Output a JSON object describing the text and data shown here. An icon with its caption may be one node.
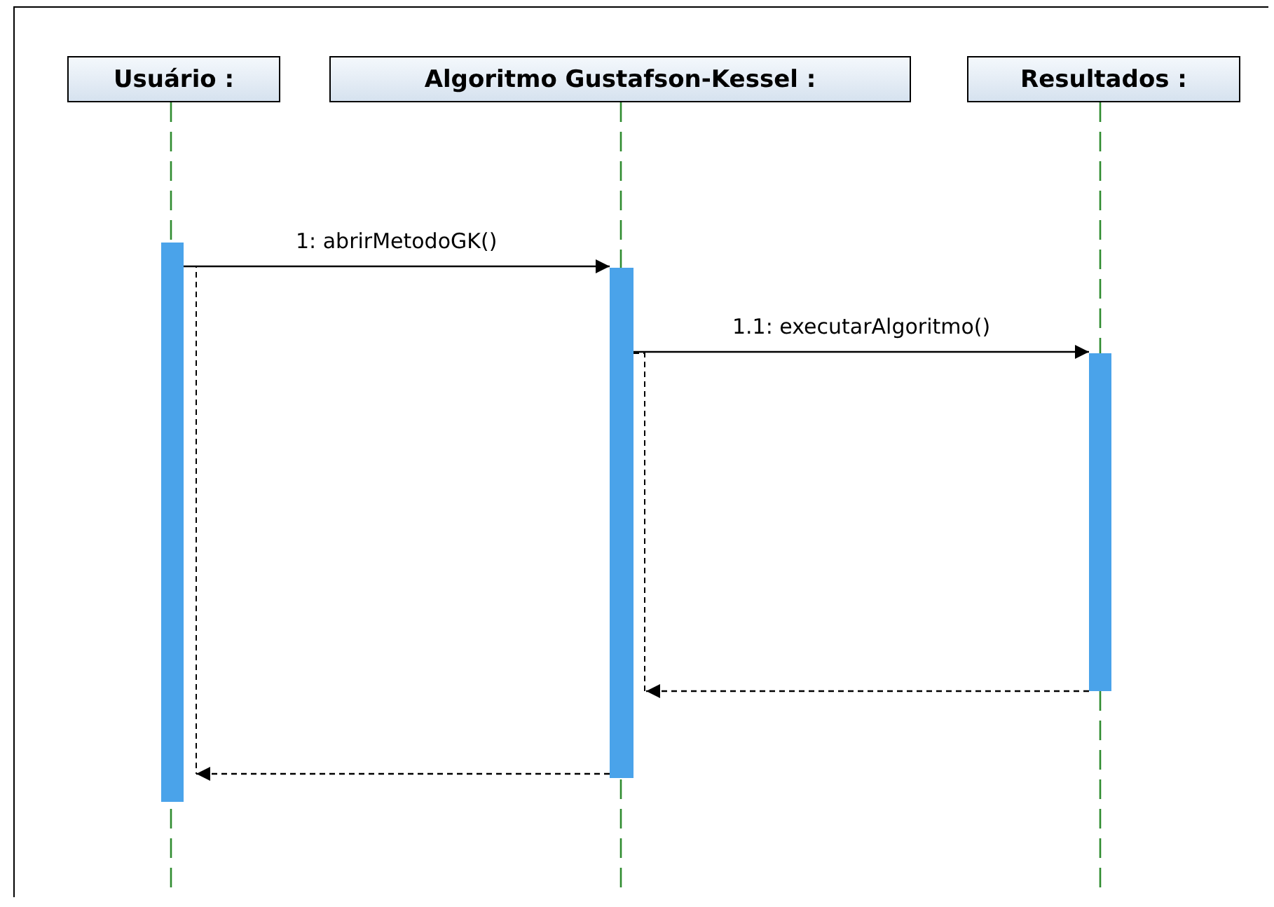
{
  "diagram": {
    "nodes": [
      {
        "text": [
          "Usuário :"
        ]
      },
      {
        "text": [
          "Algoritmo Gustafson-Kessel :"
        ]
      },
      {
        "text": [
          "Resultados :"
        ]
      },
      {
        "text": [],
        "shape": "bar"
      },
      {
        "text": [],
        "shape": "bar"
      },
      {
        "text": [],
        "shape": "bar"
      }
    ],
    "edges": [
      {
        "from": 3,
        "to": 4,
        "arrow": "to",
        "label": "1: abrirMetodoGK()"
      },
      {
        "from": 4,
        "to": 5,
        "arrow": "to",
        "label": "1.1: executarAlgoritmo()"
      },
      {
        "from": 5,
        "to": 4,
        "arrow": "to",
        "style": "dashed"
      },
      {
        "from": 4,
        "to": 3,
        "arrow": "to",
        "style": "dashed"
      }
    ]
  }
}
